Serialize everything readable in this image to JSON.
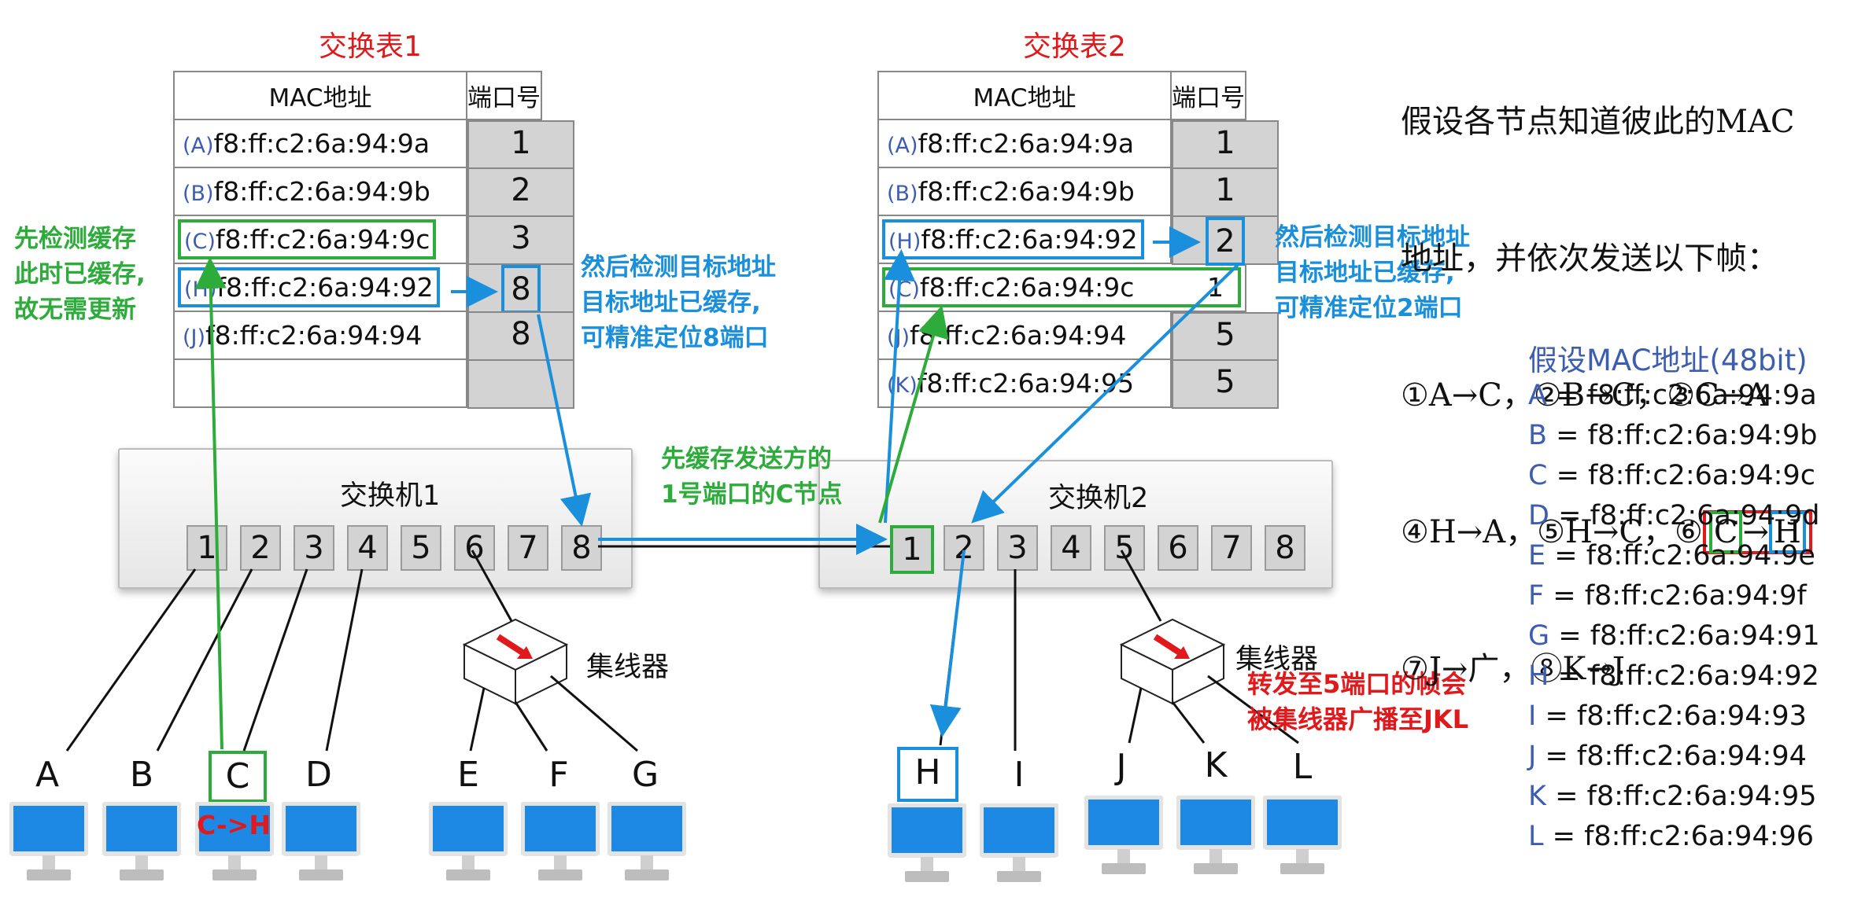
{
  "table1": {
    "title": "交换表1",
    "headers": [
      "MAC地址",
      "端口号"
    ],
    "rows": [
      {
        "letter": "(A)",
        "mac": "f8:ff:c2:6a:94:9a",
        "port": "1"
      },
      {
        "letter": "(B)",
        "mac": "f8:ff:c2:6a:94:9b",
        "port": "2"
      },
      {
        "letter": "(C)",
        "mac": "f8:ff:c2:6a:94:9c",
        "port": "3"
      },
      {
        "letter": "(H)",
        "mac": "f8:ff:c2:6a:94:92",
        "port": "8"
      },
      {
        "letter": "(J)",
        "mac": "f8:ff:c2:6a:94:94",
        "port": "8"
      },
      {
        "letter": "",
        "mac": "",
        "port": ""
      }
    ]
  },
  "table2": {
    "title": "交换表2",
    "headers": [
      "MAC地址",
      "端口号"
    ],
    "rows": [
      {
        "letter": "(A)",
        "mac": "f8:ff:c2:6a:94:9a",
        "port": "1"
      },
      {
        "letter": "(B)",
        "mac": "f8:ff:c2:6a:94:9b",
        "port": "1"
      },
      {
        "letter": "(H)",
        "mac": "f8:ff:c2:6a:94:92",
        "port": "2"
      },
      {
        "letter": "(C)",
        "mac": "f8:ff:c2:6a:94:9c",
        "port": "1"
      },
      {
        "letter": "(J)",
        "mac": "f8:ff:c2:6a:94:94",
        "port": "5"
      },
      {
        "letter": "(K)",
        "mac": "f8:ff:c2:6a:94:95",
        "port": "5"
      }
    ]
  },
  "switch1": {
    "label": "交换机1",
    "ports": [
      "1",
      "2",
      "3",
      "4",
      "5",
      "6",
      "7",
      "8"
    ]
  },
  "switch2": {
    "label": "交换机2",
    "ports": [
      "1",
      "2",
      "3",
      "4",
      "5",
      "6",
      "7",
      "8"
    ]
  },
  "hub_label": "集线器",
  "nodes_left": [
    "A",
    "B",
    "C",
    "D",
    "E",
    "F",
    "G"
  ],
  "nodes_right": [
    "H",
    "I",
    "J",
    "K",
    "L"
  ],
  "frame_label": "C->H",
  "notes": {
    "check_cache_1": "先检测缓存",
    "check_cache_2": "此时已缓存,",
    "check_cache_3": "故无需更新",
    "dest1_1": "然后检测目标地址",
    "dest1_2": "目标地址已缓存,",
    "dest1_3": "可精准定位8端口",
    "cache_sender_1": "先缓存发送方的",
    "cache_sender_2": "1号端口的C节点",
    "dest2_1": "然后检测目标地址",
    "dest2_2": "目标地址已缓存,",
    "dest2_3": "可精准定位2端口",
    "hub_bcast_1": "转发至5端口的帧会",
    "hub_bcast_2": "被集线器广播至JKL"
  },
  "description": {
    "line1": "假设各节点知道彼此的MAC",
    "line2": "地址，并依次发送以下帧：",
    "line3": "①A→C，②B→C，③C→A",
    "line4": "④H→A，⑤H→C，⑥",
    "line4_c": "C",
    "line4_arrow": "→",
    "line4_h": "H",
    "line5": "⑦J→广，⑧K→J"
  },
  "mac_list": {
    "title": "假设MAC地址(48bit)",
    "items": [
      {
        "k": "A",
        "v": " = f8:ff:c2:6a:94:9a"
      },
      {
        "k": "B",
        "v": " = f8:ff:c2:6a:94:9b"
      },
      {
        "k": "C",
        "v": " = f8:ff:c2:6a:94:9c"
      },
      {
        "k": "D",
        "v": " = f8:ff:c2:6a:94:9d"
      },
      {
        "k": "E",
        "v": " = f8:ff:c2:6a:94:9e"
      },
      {
        "k": "F",
        "v": " = f8:ff:c2:6a:94:9f"
      },
      {
        "k": "G",
        "v": " = f8:ff:c2:6a:94:91"
      },
      {
        "k": "H",
        "v": " = f8:ff:c2:6a:94:92"
      },
      {
        "k": "I",
        "v": " = f8:ff:c2:6a:94:93"
      },
      {
        "k": "J",
        "v": " = f8:ff:c2:6a:94:94"
      },
      {
        "k": "K",
        "v": " = f8:ff:c2:6a:94:95"
      },
      {
        "k": "L",
        "v": " = f8:ff:c2:6a:94:96"
      }
    ]
  },
  "colors": {
    "green": "#2eac3b",
    "blue": "#1a8fdc",
    "red": "#e0191c",
    "letter_blue": "#3d5db0"
  }
}
